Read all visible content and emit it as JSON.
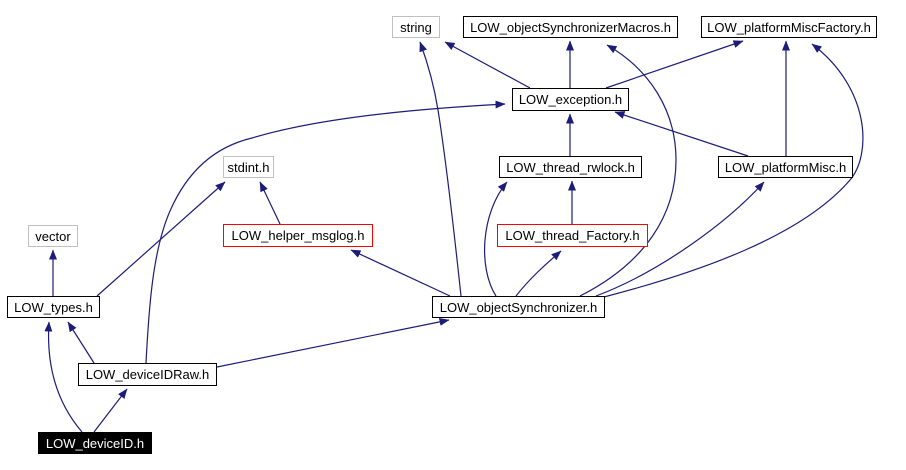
{
  "colors": {
    "background": "#ffffff",
    "text": "#000000",
    "edge": "#1c1c7a",
    "node_border": "#000000",
    "external_border": "#c0c0c0",
    "truncated_border": "#ff0000",
    "root_bg": "#000000",
    "root_text": "#ffffff"
  },
  "graph": {
    "type": "include-dependency-graph",
    "root": "LOW_deviceID.h"
  },
  "nodes": [
    {
      "id": "string",
      "label": "string",
      "kind": "external"
    },
    {
      "id": "low-object-synchronizer-macros",
      "label": "LOW_objectSynchronizerMacros.h",
      "kind": "internal"
    },
    {
      "id": "low-platform-misc-factory",
      "label": "LOW_platformMiscFactory.h",
      "kind": "internal"
    },
    {
      "id": "low-exception",
      "label": "LOW_exception.h",
      "kind": "internal"
    },
    {
      "id": "stdint",
      "label": "stdint.h",
      "kind": "external"
    },
    {
      "id": "low-thread-rwlock",
      "label": "LOW_thread_rwlock.h",
      "kind": "internal"
    },
    {
      "id": "low-platform-misc",
      "label": "LOW_platformMisc.h",
      "kind": "internal"
    },
    {
      "id": "vector",
      "label": "vector",
      "kind": "external"
    },
    {
      "id": "low-helper-msglog",
      "label": "LOW_helper_msglog.h",
      "kind": "truncated"
    },
    {
      "id": "low-thread-factory",
      "label": "LOW_thread_Factory.h",
      "kind": "truncated"
    },
    {
      "id": "low-types",
      "label": "LOW_types.h",
      "kind": "internal"
    },
    {
      "id": "low-object-synchronizer",
      "label": "LOW_objectSynchronizer.h",
      "kind": "internal"
    },
    {
      "id": "low-device-id-raw",
      "label": "LOW_deviceIDRaw.h",
      "kind": "internal"
    },
    {
      "id": "low-device-id",
      "label": "LOW_deviceID.h",
      "kind": "root"
    }
  ],
  "edges": [
    {
      "from": "low-device-id",
      "to": "low-types"
    },
    {
      "from": "low-device-id",
      "to": "low-device-id-raw"
    },
    {
      "from": "low-device-id-raw",
      "to": "low-types"
    },
    {
      "from": "low-device-id-raw",
      "to": "low-exception"
    },
    {
      "from": "low-types",
      "to": "vector"
    },
    {
      "from": "low-types",
      "to": "stdint"
    },
    {
      "from": "low-helper-msglog",
      "to": "stdint"
    },
    {
      "from": "low-thread-rwlock",
      "to": "low-exception"
    },
    {
      "from": "low-exception",
      "to": "string"
    },
    {
      "from": "low-exception",
      "to": "low-object-synchronizer-macros"
    },
    {
      "from": "low-exception",
      "to": "low-platform-misc-factory"
    },
    {
      "from": "low-thread-factory",
      "to": "low-thread-rwlock"
    },
    {
      "from": "low-platform-misc",
      "to": "low-exception"
    },
    {
      "from": "low-platform-misc",
      "to": "low-platform-misc-factory"
    },
    {
      "from": "low-object-synchronizer",
      "to": "string"
    },
    {
      "from": "low-object-synchronizer",
      "to": "low-helper-msglog"
    },
    {
      "from": "low-object-synchronizer",
      "to": "low-thread-rwlock"
    },
    {
      "from": "low-object-synchronizer",
      "to": "low-thread-factory"
    },
    {
      "from": "low-object-synchronizer",
      "to": "low-object-synchronizer-macros"
    },
    {
      "from": "low-object-synchronizer",
      "to": "low-platform-misc"
    },
    {
      "from": "low-object-synchronizer",
      "to": "low-platform-misc-factory"
    },
    {
      "from": "low-device-id-raw",
      "to": "low-object-synchronizer"
    }
  ]
}
